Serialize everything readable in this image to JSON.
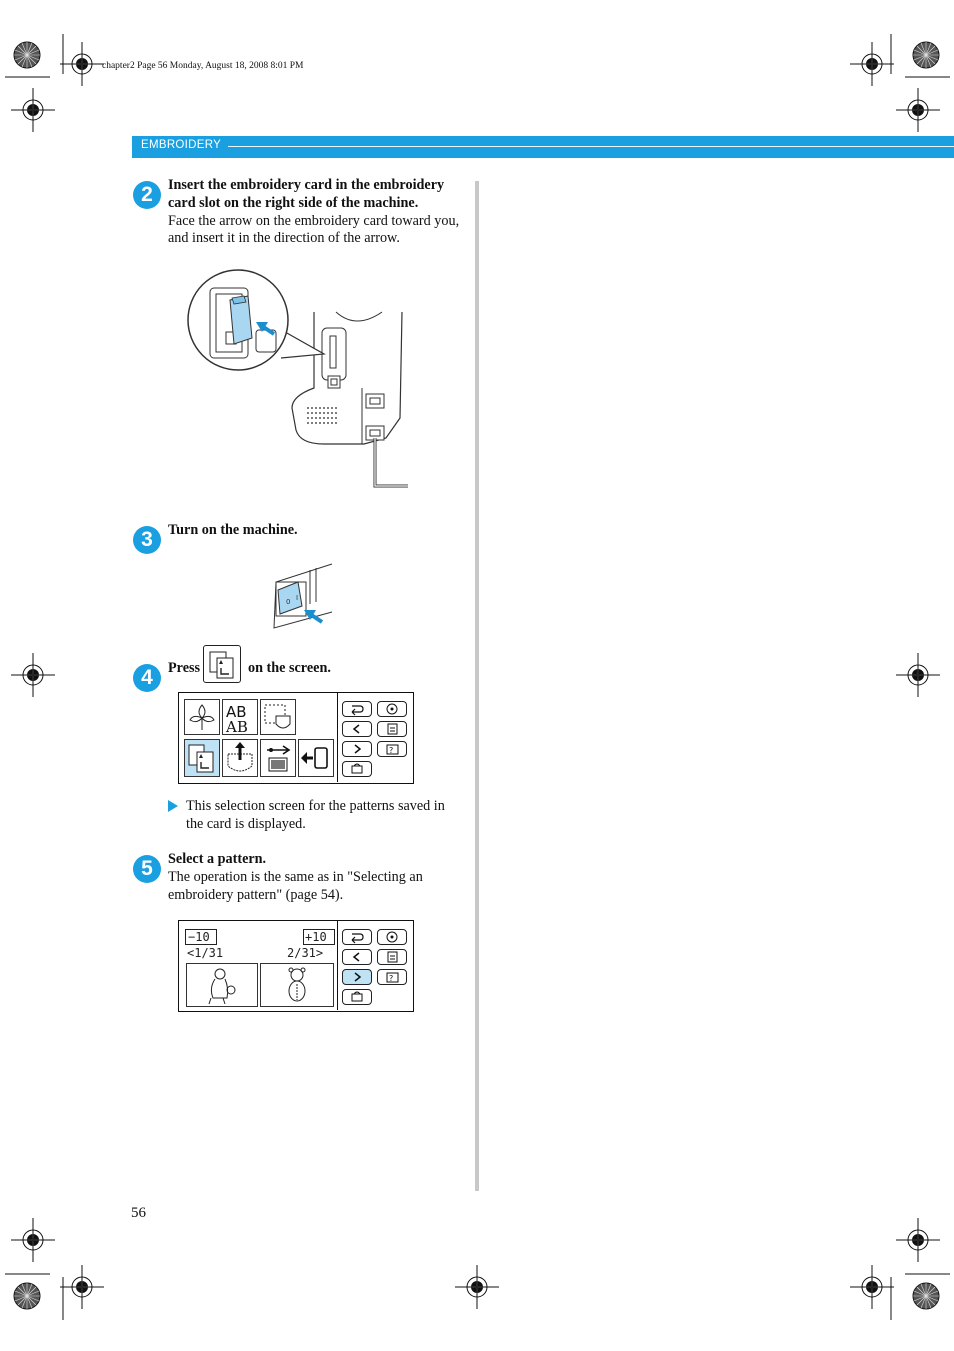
{
  "print_header": "chapter2  Page 56  Monday, August 18, 2008  8:01 PM",
  "section_title": "EMBROIDERY",
  "steps": [
    {
      "num": "2",
      "bold": "Insert the embroidery card in the embroidery card slot on the right side of the machine.",
      "text": "Face the arrow on the embroidery card toward you, and insert it in the direction of the arrow."
    },
    {
      "num": "3",
      "bold": "Turn on the machine."
    },
    {
      "num": "4",
      "bold_before": "Press",
      "bold_after": "on the screen."
    },
    {
      "num": "5",
      "bold": "Select a pattern.",
      "text": "The operation is the same as in \"Selecting an embroidery pattern\" (page 54)."
    }
  ],
  "result_note": "This selection screen for the patterns saved in the card is displayed.",
  "screen2": {
    "minus_label": "−10",
    "plus_label": "+10",
    "page_left": "<1/31",
    "page_right": "2/31>"
  },
  "page_number": "56",
  "colors": {
    "accent": "#1aa0e0",
    "divider": "#c8c8c8",
    "selected": "#bfe3f5"
  },
  "icons": [
    "registration-mark-icon",
    "card-insert-icon",
    "power-switch-icon",
    "card-memory-icon",
    "back-icon",
    "left-arrow-icon",
    "right-arrow-icon",
    "help-icon",
    "settings-icon",
    "sewing-icon"
  ]
}
